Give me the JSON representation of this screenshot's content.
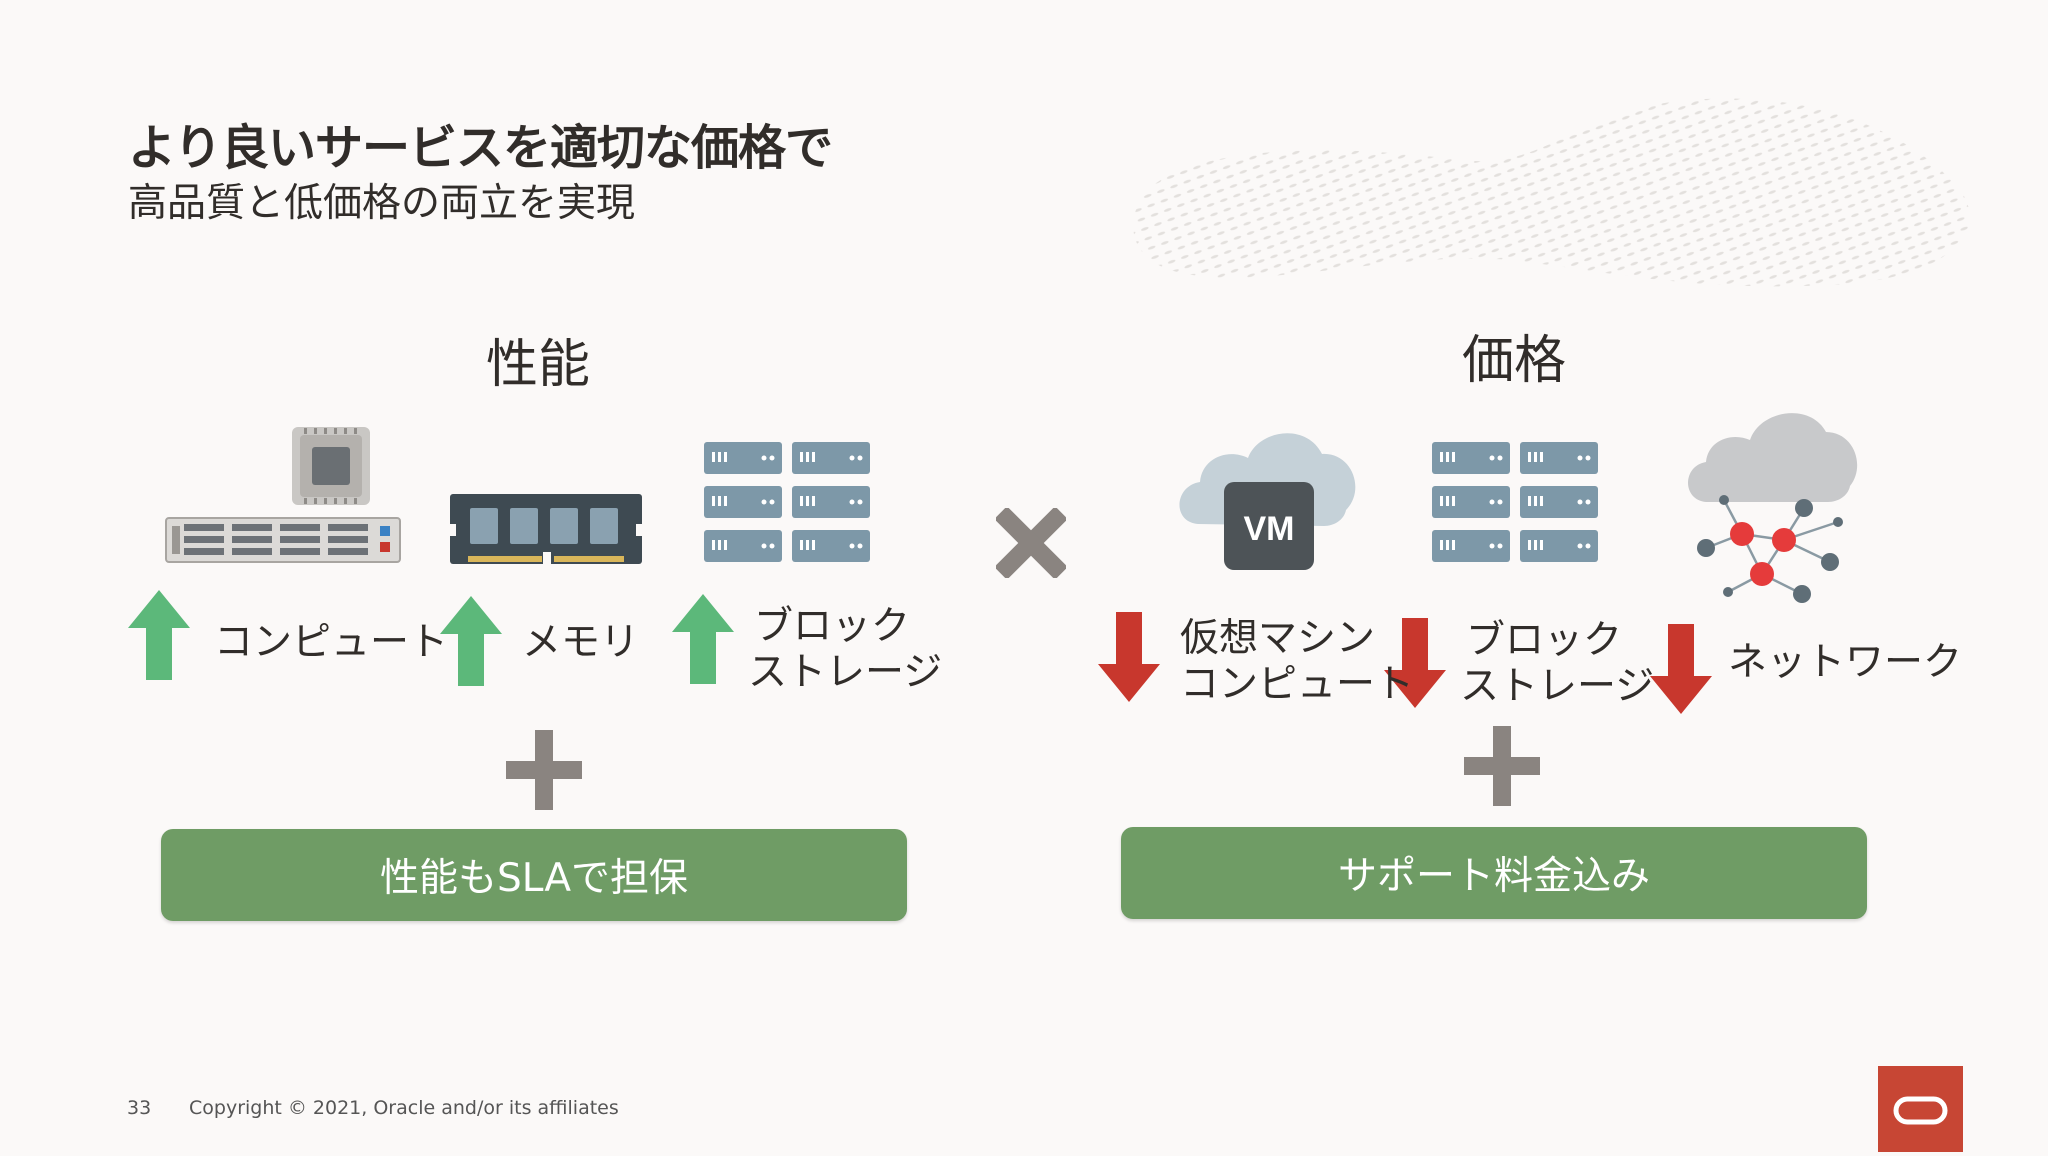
{
  "slide": {
    "title": "より良いサービスを適切な価格で",
    "subtitle": "高品質と低価格の両立を実現"
  },
  "performance": {
    "heading": "性能",
    "items": [
      {
        "label": "コンピュート",
        "icon": "server-icon"
      },
      {
        "label": "メモリ",
        "icon": "memory-icon"
      },
      {
        "label_line1": "ブロック",
        "label_line2": "ストレージ",
        "icon": "storage-icon"
      }
    ],
    "trend_icon": "arrow-up-icon",
    "bar_label": "性能もSLAで担保"
  },
  "price": {
    "heading": "価格",
    "items": [
      {
        "label_line1": "仮想マシン",
        "label_line2": "コンピュート",
        "icon": "vm-cloud-icon",
        "vm_text": "VM"
      },
      {
        "label_line1": "ブロック",
        "label_line2": "ストレージ",
        "icon": "storage-icon"
      },
      {
        "label": "ネットワーク",
        "icon": "network-cloud-icon"
      }
    ],
    "trend_icon": "arrow-down-icon",
    "bar_label": "サポート料金込み"
  },
  "footer": {
    "page_number": "33",
    "copyright": "Copyright © 2021, Oracle and/or its affiliates"
  },
  "colors": {
    "up_arrow": "#5cb87a",
    "down_arrow": "#c8372d",
    "bar": "#6f9c65",
    "operator": "#8a8480",
    "brand": "#c74634"
  }
}
